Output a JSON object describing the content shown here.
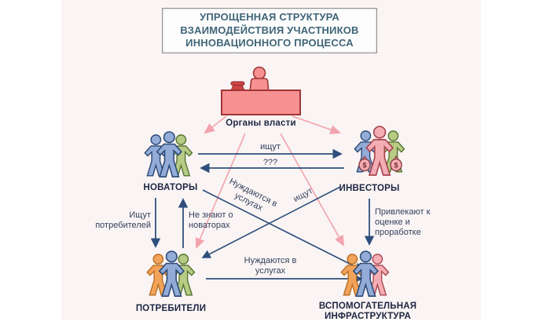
{
  "title": "УПРОЩЕННАЯ СТРУКТУРА ВЗАИМОДЕЙСТВИЯ УЧАСТНИКОВ ИННОВАЦИОННОГО ПРОЦЕССА",
  "nodes": {
    "authorities": {
      "label": "Органы власти",
      "icon": "person-at-desk-with-phone-icon"
    },
    "innovators": {
      "label": "НОВАТОРЫ",
      "icon": "three-people-group-icon"
    },
    "investors": {
      "label": "ИНВЕСТОРЫ",
      "icon": "three-people-with-money-bags-icon",
      "money_symbol": "$"
    },
    "consumers": {
      "label": "ПОТРЕБИТЕЛИ",
      "icon": "three-people-group-icon"
    },
    "infrastructure": {
      "label": "ВСПОМОГАТЕЛЬНАЯ ИНФРАСТРУКТУРА",
      "icon": "three-people-group-icon"
    }
  },
  "edges": {
    "innovators_to_investors": {
      "label": "ищут"
    },
    "investors_to_innovators": {
      "label": "???"
    },
    "innovators_to_infrastructure": {
      "label": "Нуждаются в услугах"
    },
    "investors_to_consumers": {
      "label": "ищут"
    },
    "innovators_to_consumers": {
      "label": "Ищут потребителей"
    },
    "consumers_to_innovators": {
      "label": "Не знают о новаторах"
    },
    "investors_to_infrastructure": {
      "label": "Привлекают к оценке и проработке"
    },
    "consumers_to_infrastructure": {
      "label": "Нуждаются в услугах"
    },
    "authorities_to_participants": {
      "label": ""
    }
  },
  "colors": {
    "arrow_blue": "#2e4f7c",
    "arrow_pink": "#f2a3ac",
    "figure_blue": "#93abd7",
    "figure_green": "#b7cb85",
    "figure_pink": "#f3adb5",
    "figure_orange": "#f3a359",
    "desk_pink": "#f79090",
    "title_text": "#3f6577",
    "node_label_text": "#1d2642",
    "edge_label_text": "#33415c",
    "background_panel": "#faf4f4"
  }
}
